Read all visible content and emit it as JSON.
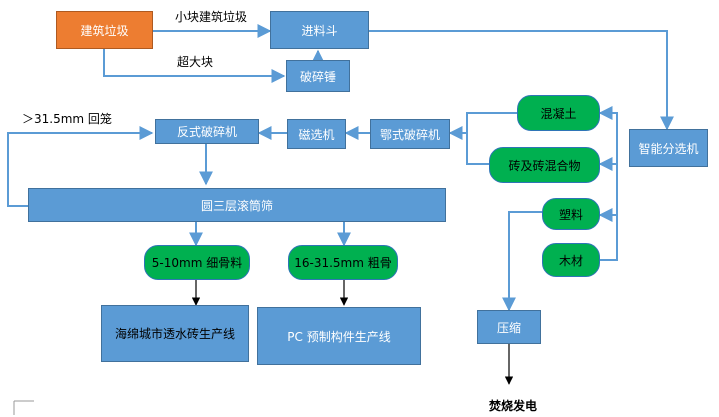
{
  "nodes": {
    "construction_waste": "建筑垃圾",
    "feed_hopper": "进料斗",
    "crusher_hammer": "破碎锤",
    "smart_sorter": "智能分选机",
    "concrete": "混凝土",
    "brick_mix": "砖及砖混合物",
    "plastic": "塑料",
    "wood": "木材",
    "compress": "压缩",
    "incineration": "焚烧发电",
    "jaw_crusher": "鄂式破碎机",
    "magnetic_sep": "磁选机",
    "impact_crusher": "反式破碎机",
    "drum_screen": "圆三层滚筒筛",
    "fine_aggregate": "5-10mm 细骨料",
    "coarse_aggregate": "16-31.5mm 粗骨",
    "permeable_brick_line": "海绵城市透水砖生产线",
    "pc_line": "PC 预制构件生产线"
  },
  "edge_labels": {
    "small_waste": "小块建筑垃圾",
    "oversize": "超大块",
    "return": "＞31.5mm 回笼"
  },
  "colors": {
    "box": "#5b9bd5",
    "box_border": "#41719c",
    "source": "#ed7d31",
    "product": "#00b050",
    "arrow": "#5b9bd5"
  }
}
